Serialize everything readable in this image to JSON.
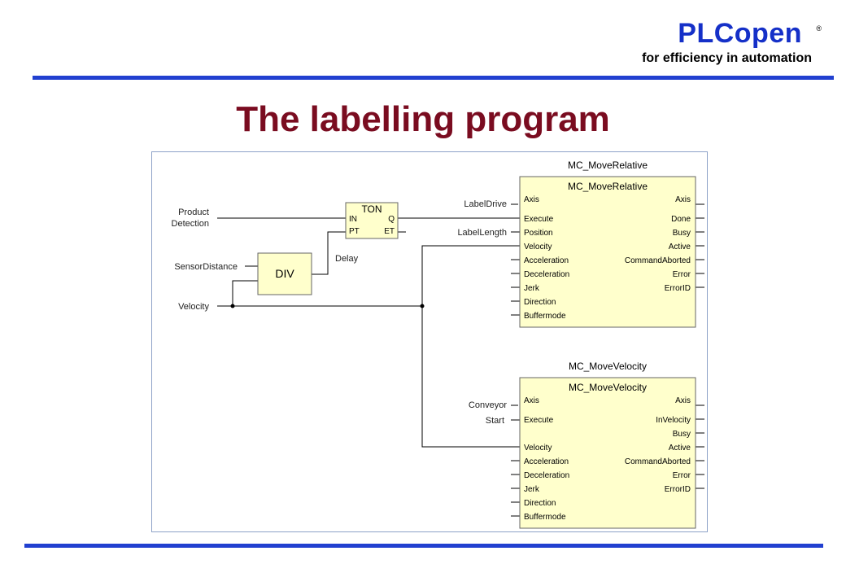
{
  "header": {
    "logo": "PLCopen",
    "registered": "®",
    "tagline": "for efficiency in automation"
  },
  "title": "The labelling program",
  "diagram": {
    "ton": {
      "name": "TON",
      "in": "IN",
      "pt": "PT",
      "q": "Q",
      "et": "ET"
    },
    "div": {
      "name": "DIV"
    },
    "signals": {
      "product_detection_1": "Product",
      "product_detection_2": "Detection",
      "sensor_distance": "SensorDistance",
      "velocity": "Velocity",
      "delay": "Delay",
      "label_drive": "LabelDrive",
      "label_length": "LabelLength",
      "conveyor": "Conveyor",
      "start": "Start"
    },
    "move_relative": {
      "instance": "MC_MoveRelative",
      "type": "MC_MoveRelative",
      "inputs": [
        "Axis",
        "Execute",
        "Position",
        "Velocity",
        "Acceleration",
        "Deceleration",
        "Jerk",
        "Direction",
        "Buffermode"
      ],
      "outputs": [
        "Axis",
        "Done",
        "Busy",
        "Active",
        "CommandAborted",
        "Error",
        "ErrorID"
      ]
    },
    "move_velocity": {
      "instance": "MC_MoveVelocity",
      "type": "MC_MoveVelocity",
      "inputs": [
        "Axis",
        "Execute",
        "Velocity",
        "Acceleration",
        "Deceleration",
        "Jerk",
        "Direction",
        "Buffermode"
      ],
      "outputs": [
        "Axis",
        "InVelocity",
        "Busy",
        "Active",
        "CommandAborted",
        "Error",
        "ErrorID"
      ]
    }
  }
}
